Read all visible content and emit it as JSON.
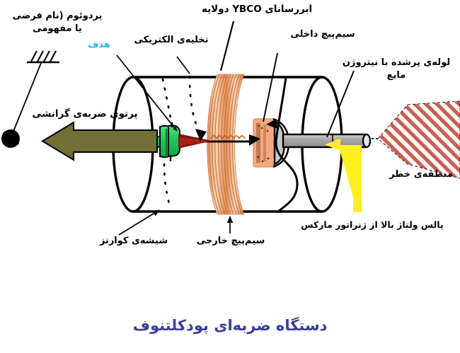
{
  "title": "دستگاه ضربه‌ای پودکلتنوف",
  "title_color": "#3d3d9c",
  "labels": {
    "pendulum": "پردوئوم (نام فرضی\nیا مفهومی",
    "target": "هدف",
    "electric_discharge": "تخلیه‌ی الکتریکی",
    "ybco_superconductor": "ابررسانای YBCO دولایه",
    "inner_coil": "سیم‌پیچ داخلی",
    "nitrogen_tube": "لوله‌ی پرشده با نیتروژن\nمایع",
    "danger_zone": "منطقه‌ی خطر",
    "gravity_beam": "پرتوی ضربه‌ی گرانشی",
    "quartz_glass": "شیشه‌ی کوارتز",
    "outer_coil": "سیم‌پیچ خارجی",
    "marx_pulse": "پالس ولتاژ بالا از ژنراتور مارکس"
  },
  "colors": {
    "title": "#3d3d9c",
    "target_label": "#29b6e8",
    "gravity_arrow": "#6b6b33",
    "emitter_green": "#25d366",
    "discharge_red": "#8b1a10",
    "coil_copper": "#e8935f",
    "coil_copper_light": "#f6c9a8",
    "tube_gray": "#a6a6a6",
    "pulse_yellow": "#ffef1f",
    "danger_stripe": "#c0392b",
    "pendulum_ball": "#000000",
    "outline": "#000000"
  },
  "icons": {
    "ground": "ground-hatch-icon",
    "pendulum": "pendulum-ball-icon",
    "gravity_arrow": "left-arrow-icon",
    "pulse_arrow": "yellow-pulse-arrow-icon",
    "danger_cone": "hazard-cone-icon"
  }
}
